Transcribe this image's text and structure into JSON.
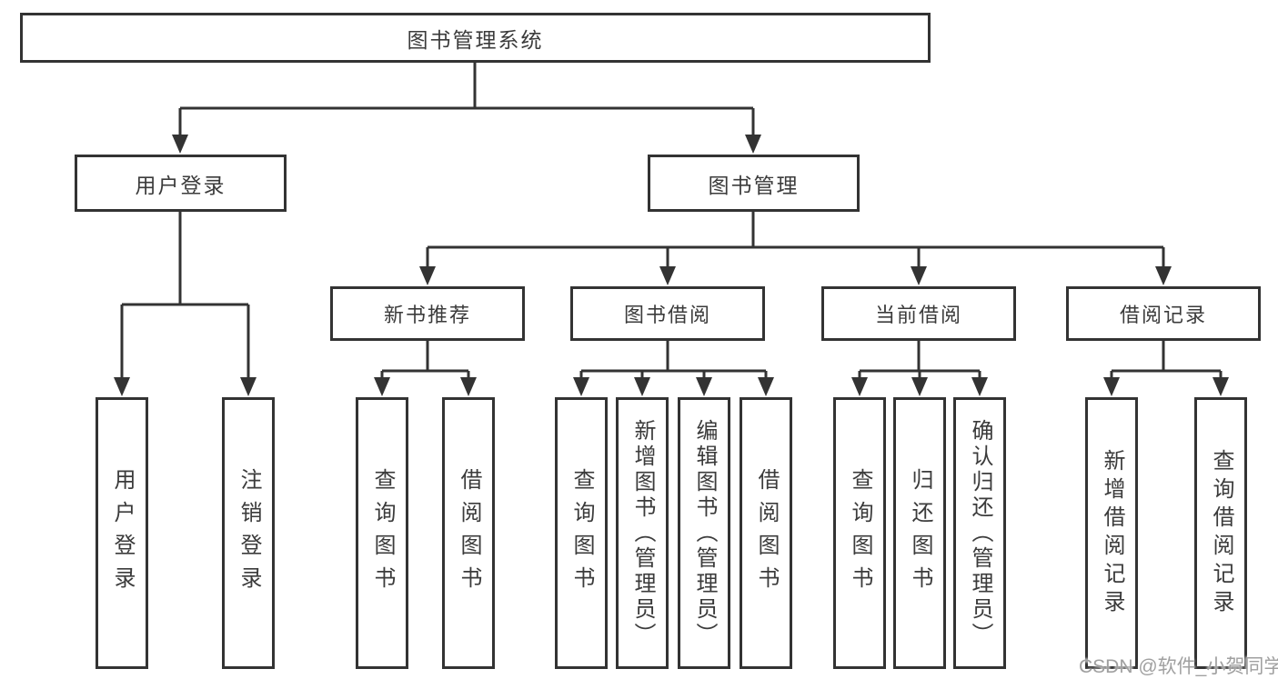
{
  "diagram": {
    "root": {
      "label": "图书管理系统",
      "children": [
        {
          "label": "用户登录",
          "children": [
            {
              "label": "用户登录"
            },
            {
              "label": "注销登录"
            }
          ]
        },
        {
          "label": "图书管理",
          "children": [
            {
              "label": "新书推荐",
              "children": [
                {
                  "label": "查询图书"
                },
                {
                  "label": "借阅图书"
                }
              ]
            },
            {
              "label": "图书借阅",
              "children": [
                {
                  "label": "查询图书"
                },
                {
                  "label": "新增图书（管理员）"
                },
                {
                  "label": "编辑图书（管理员）"
                },
                {
                  "label": "借阅图书"
                }
              ]
            },
            {
              "label": "当前借阅",
              "children": [
                {
                  "label": "查询图书"
                },
                {
                  "label": "归还图书"
                },
                {
                  "label": "确认归还（管理员）"
                }
              ]
            },
            {
              "label": "借阅记录",
              "children": [
                {
                  "label": "新增借阅记录"
                },
                {
                  "label": "查询借阅记录"
                }
              ]
            }
          ]
        }
      ]
    }
  },
  "watermark": {
    "text": "CSDN @软件_小贺同学"
  },
  "colors": {
    "line": "#333333",
    "box_border": "#333333",
    "text": "#3b3b3b",
    "watermark": "#a0a0a0",
    "background": "#ffffff"
  }
}
